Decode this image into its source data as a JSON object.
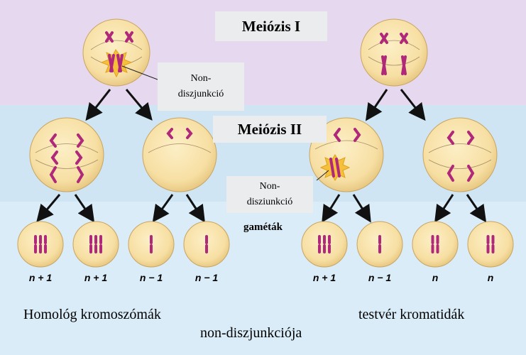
{
  "labels": {
    "meiosis_1": "Meiózis I",
    "meiosis_2": "Meiózis II",
    "nondisjunction_upper": "Non-\ndiszjunkció",
    "nondisjunction_lower": "Non-\ndisziunkció",
    "gametes": "gaméták",
    "left_caption_line1": "Homológ kromoszómák",
    "left_caption_line2": "non-diszjunkciója",
    "right_caption": "testvér kromatidák"
  },
  "gametes": [
    {
      "ploidy": "n + 1",
      "chromosomes": 3
    },
    {
      "ploidy": "n + 1",
      "chromosomes": 3
    },
    {
      "ploidy": "n − 1",
      "chromosomes": 1
    },
    {
      "ploidy": "n − 1",
      "chromosomes": 1
    },
    {
      "ploidy": "n + 1",
      "chromosomes": 3
    },
    {
      "ploidy": "n − 1",
      "chromosomes": 1
    },
    {
      "ploidy": "n",
      "chromosomes": 2
    },
    {
      "ploidy": "n",
      "chromosomes": 2
    }
  ],
  "colors": {
    "meiosis_1_band": "#e6d8ee",
    "meiosis_2_band": "#cfe5f3",
    "gamete_band": "#d9ecf8",
    "cell_fill": "#f7dfa3",
    "chromosome": "#b0287a",
    "nondisjunction_burst": "#f5c13a"
  },
  "icons": {
    "burst": "nondisjunction-burst-icon",
    "arrow": "arrow-down-icon"
  }
}
